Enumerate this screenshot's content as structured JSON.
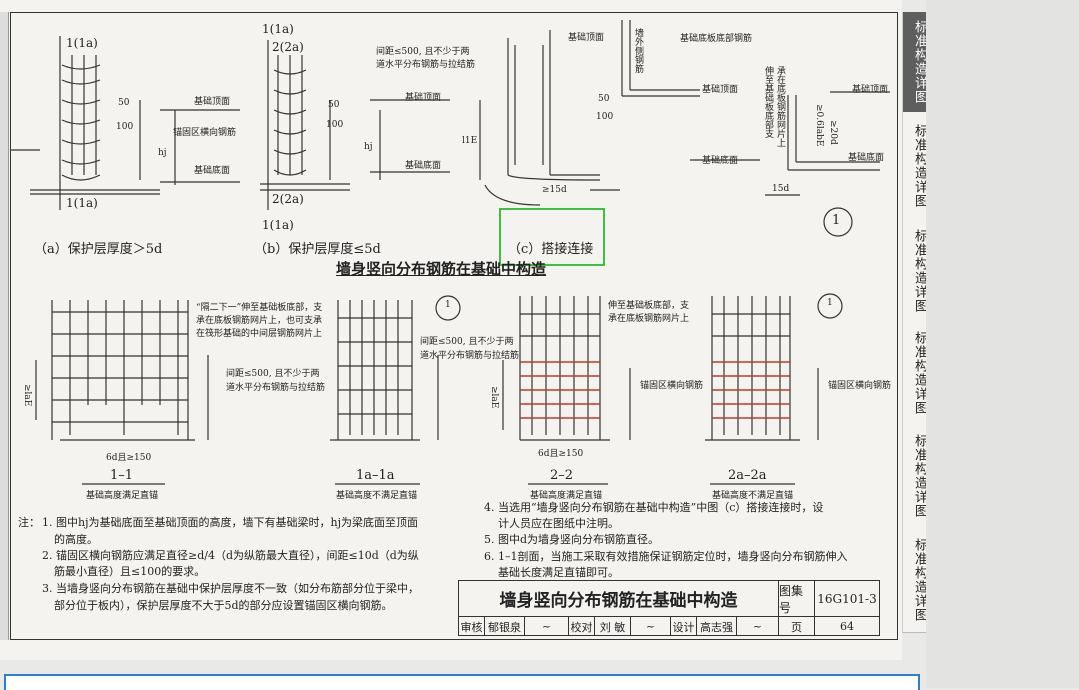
{
  "diagram_top": {
    "a_labels_top": "1(1a)",
    "a_labels_bottom": "1(1a)",
    "b_label_top1": "1(1a)",
    "b_label_top2": "2(2a)",
    "b_label_bottom1": "2(2a)",
    "b_label_bottom2": "1(1a)",
    "foundation_top": "基础顶面",
    "foundation_bottom": "基础底面",
    "anchor_bars": "锚固区横向钢筋",
    "spacing_note_line1": "间距≤500, 且不少于两",
    "spacing_note_line2": "道水平分布钢筋与拉结筋",
    "dim_50": "50",
    "dim_100": "100",
    "dim_hj": "hj",
    "dim_l1e": "l1E",
    "dim_15d": "≥15d",
    "dim_15d_b": "15d",
    "slab_bottom_bars": "基础底板底部钢筋",
    "outer_wall_bars": "墙外侧钢筋",
    "anchor_note_line1": "伸至基础板底部支",
    "anchor_note_line2": "承在底板钢筋网片上",
    "dim_06": "≥0.6labE",
    "dim_20d": "≥20d",
    "section_mark": "1",
    "cap_a": "（a）保护层厚度＞5d",
    "cap_b": "（b）保护层厚度≤5d",
    "cap_c": "（c）搭接连接"
  },
  "main_title": "墙身竖向分布钢筋在基础中构造",
  "diagram_sections": {
    "s1_note_line1": "“隔二下一”伸至基础板底部，支",
    "s1_note_line2": "承在底板钢筋网片上，也可支承",
    "s1_note_line3": "在筏形基础的中间层钢筋网片上",
    "s1_spacing_line1": "间距≤500, 且不少于两",
    "s1_spacing_line2": "道水平分布钢筋与拉结筋",
    "s1a_spacing_line1": "间距≤500, 且不少于两",
    "s1a_spacing_line2": "道水平分布钢筋与拉结筋",
    "s2_note_line1": "伸至基础板底部，支",
    "s2_note_line2": "承在底板钢筋网片上",
    "anchor_left": "锚固区横向钢筋",
    "anchor_right": "锚固区横向钢筋",
    "dim_1ae": "≥laE",
    "dim_6d": "6d且≥150",
    "mark_1": "1",
    "mark_1b": "1",
    "sec1_title": "1–1",
    "sec1_sub": "基础高度满足直锚",
    "sec1a_title": "1a–1a",
    "sec1a_sub": "基础高度不满足直锚",
    "sec2_title": "2–2",
    "sec2_sub": "基础高度满足直锚",
    "sec2a_title": "2a–2a",
    "sec2a_sub": "基础高度不满足直锚"
  },
  "notes": {
    "label": "注：",
    "n1a": "1. 图中hj为基础底面至基础顶面的高度，墙下有基础梁时，hj为梁底面至顶面",
    "n1b": "的高度。",
    "n2a": "2. 锚固区横向钢筋应满足直径≥d/4（d为纵筋最大直径），间距≤10d（d为纵",
    "n2b": "筋最小直径）且≤100的要求。",
    "n3a": "3. 当墙身竖向分布钢筋在基础中保护层厚度不一致（如分布筋部分位于梁中，",
    "n3b": "部分位于板内），保护层厚度不大于5d的部分应设置锚固区横向钢筋。",
    "n4a": "4. 当选用“墙身竖向分布钢筋在基础中构造”中图（c）搭接连接时，设",
    "n4b": "计人员应在图纸中注明。",
    "n5": "5. 图中d为墙身竖向分布钢筋直径。",
    "n6a": "6. 1–1剖面，当施工采取有效措施保证钢筋定位时，墙身竖向分布钢筋伸入",
    "n6b": "基础长度满足直锚即可。"
  },
  "title_block": {
    "title": "墙身竖向分布钢筋在基础中构造",
    "atlas_label": "图集号",
    "atlas_no": "16G101-3",
    "review": "审核",
    "reviewer": "郁银泉",
    "check": "校对",
    "checker": "刘 敏",
    "design": "设计",
    "designer": "高志强",
    "page_label": "页",
    "page_no": "64"
  },
  "side_tabs": [
    "标准构造详图",
    "标准构造详图",
    "标准构造详图",
    "标准构造详图",
    "标准构造详图",
    "标准构造详图"
  ],
  "colors": {
    "paper": "#f4f3ef",
    "line": "#333333",
    "accent_red": "#c0392b",
    "highlight": "#3cc23c",
    "tab_dark": "#5e5e5e",
    "bottom_border": "#2b7fd4"
  }
}
